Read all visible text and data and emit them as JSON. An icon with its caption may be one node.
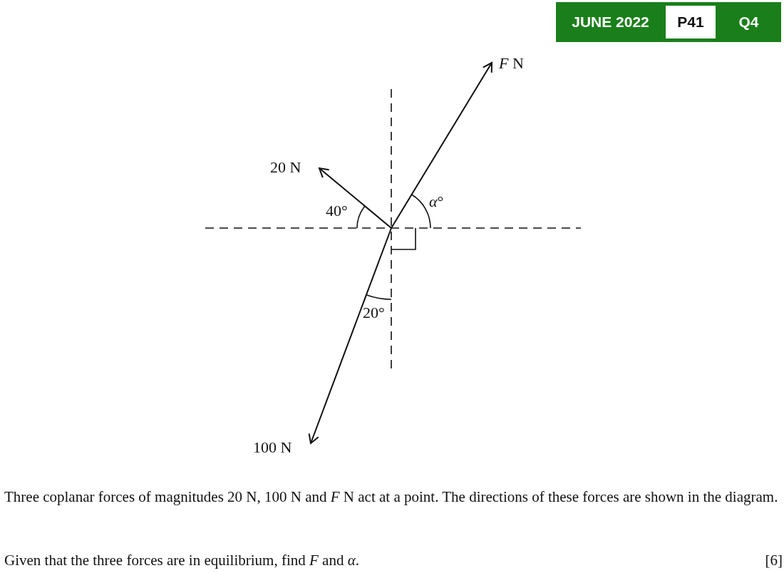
{
  "diagram": {
    "labels": [
      "JUNE 2022",
      "P41",
      "Q4",
      "*F* N",
      "20 N",
      "40°",
      "*α*°",
      "20°",
      "100 N",
      "Three coplanar forces of magnitudes 20 N, 100 N and *F* N act at a point. The directions of these forces are shown in the diagram.",
      "Given that the three forces are in equilibrium, find *F* and *α*.",
      "[6]"
    ]
  }
}
